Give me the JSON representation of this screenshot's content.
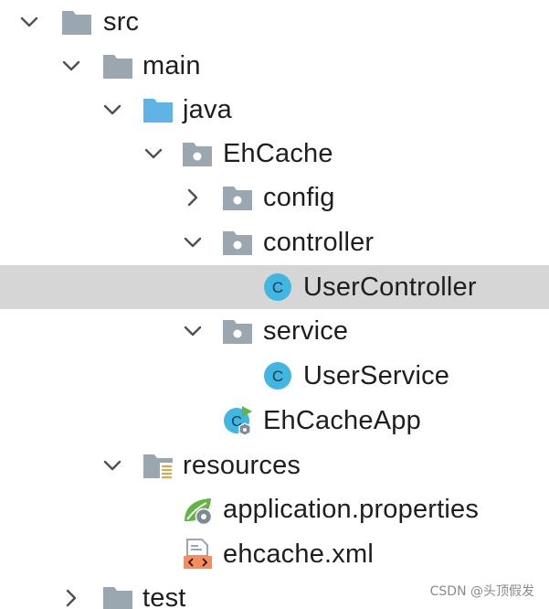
{
  "tree": {
    "src": {
      "label": "src",
      "icon": "folder-icon",
      "state": "expanded"
    },
    "main": {
      "label": "main",
      "icon": "folder-icon",
      "state": "expanded"
    },
    "java": {
      "label": "java",
      "icon": "source-root-folder-icon",
      "state": "expanded"
    },
    "ehcache_pkg": {
      "label": "EhCache",
      "icon": "package-icon",
      "state": "expanded"
    },
    "config": {
      "label": "config",
      "icon": "package-icon",
      "state": "collapsed"
    },
    "controller": {
      "label": "controller",
      "icon": "package-icon",
      "state": "expanded"
    },
    "user_controller": {
      "label": "UserController",
      "icon": "java-class-icon",
      "selected": true
    },
    "service": {
      "label": "service",
      "icon": "package-icon",
      "state": "expanded"
    },
    "user_service": {
      "label": "UserService",
      "icon": "java-class-icon"
    },
    "ehcache_app": {
      "label": "EhCacheApp",
      "icon": "spring-boot-app-icon"
    },
    "resources": {
      "label": "resources",
      "icon": "resources-folder-icon",
      "state": "expanded"
    },
    "application_properties": {
      "label": "application.properties",
      "icon": "spring-properties-icon"
    },
    "ehcache_xml": {
      "label": "ehcache.xml",
      "icon": "xml-file-icon"
    },
    "test": {
      "label": "test",
      "icon": "folder-icon",
      "state": "collapsed"
    }
  },
  "watermark": "CSDN @头顶假发",
  "colors": {
    "selection": "#d6d6d6",
    "folder": "#9aa7b0",
    "source_folder": "#5fb4e5",
    "class_icon": "#40b6e0",
    "spring_green": "#62b543",
    "xml_orange": "#f98b5c"
  }
}
